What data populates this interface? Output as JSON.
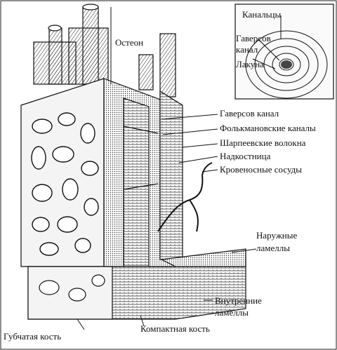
{
  "labels": {
    "kanaltsy": "Канальцы",
    "gaversov_inset_1": "Гаверсов",
    "gaversov_inset_2": "канал",
    "lakuna": "Лакуна",
    "osteon": "Остеон",
    "gaversov_kanal": "Гаверсов канал",
    "folkmanovskie": "Фолькмановские каналы",
    "sharpeevskie": "Шарпеевские волокна",
    "nadkostnitsa": "Надкостница",
    "krovenosnye": "Кровеносные сосуды",
    "naruzhnye_1": "Наружные",
    "naruzhnye_2": "ламеллы",
    "vnutrennie_1": "Внутренние",
    "vnutrennie_2": "ламеллы",
    "gubchataya": "Губчатая кость",
    "kompaktnaya": "Компактная кость"
  }
}
